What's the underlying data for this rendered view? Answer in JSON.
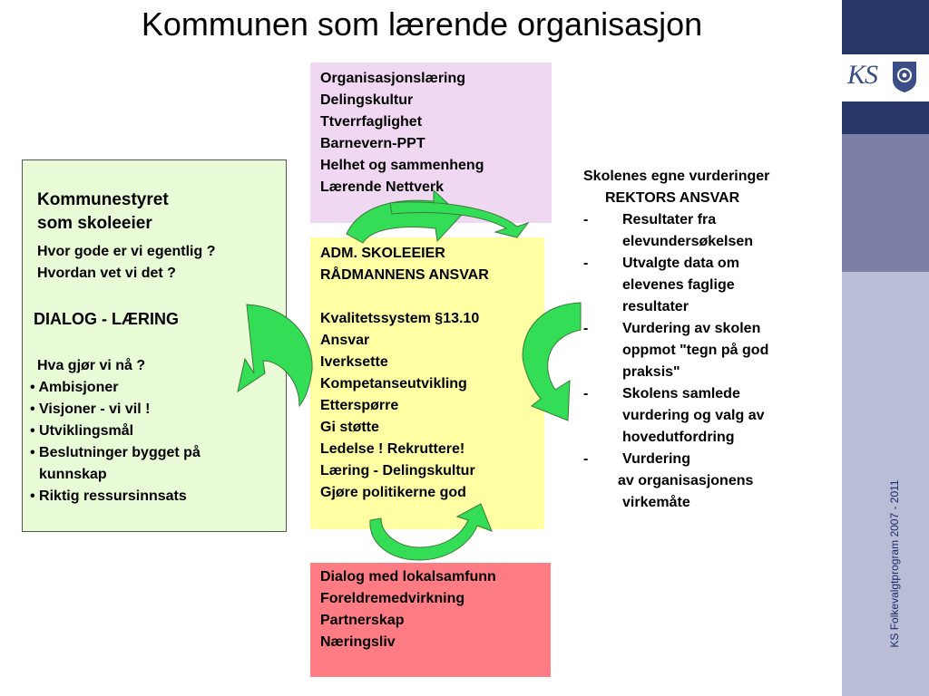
{
  "title": "Kommunen som lærende organisasjon",
  "side_text": "KS Folkevalgtprogram 2007 - 2011",
  "logo_text": "KS",
  "colors": {
    "band_dark": "#283567",
    "band_mid": "#7c80a7",
    "band_light": "#babdd6",
    "arrow_green": "#33dd55",
    "box_green": "#e9fbd6",
    "box_purple": "#f0d7f2",
    "box_yellow": "#ffffa3",
    "box_red": "#ff7c84"
  },
  "left_box": {
    "heading1": "Kommunestyret",
    "heading2": "som skoleeier",
    "q1": "Hvor gode er vi egentlig ?",
    "q2": "Hvordan vet vi det ?",
    "dialog": "DIALOG - LÆRING",
    "q3": "Hva gjør vi nå ?",
    "bullets": [
      "• Ambisjoner",
      "• Visjoner - vi vil !",
      "• Utviklingsmål",
      "• Beslutninger bygget på",
      "kunnskap",
      "• Riktig ressursinnsats"
    ]
  },
  "purple_box": {
    "lines": [
      "Organisasjonslæring",
      "Delingskultur",
      "Ttverrfaglighet",
      "Barnevern-PPT",
      "Helhet og sammenheng",
      "Lærende Nettverk"
    ]
  },
  "yellow_box": {
    "lines": [
      "ADM.  SKOLEEIER",
      "RÅDMANNENS ANSVAR",
      "",
      "Kvalitetssystem §13.10",
      "Ansvar",
      "Iverksette",
      "Kompetanseutvikling",
      "Etterspørre",
      "Gi støtte",
      "Ledelse ! Rekruttere!",
      "Læring - Delingskultur",
      "Gjøre politikerne god"
    ]
  },
  "red_box": {
    "lines": [
      "Dialog med lokalsamfunn",
      "Foreldremedvirkning",
      "Partnerskap",
      "Næringsliv"
    ]
  },
  "right_text": {
    "heading": "Skolenes egne vurderinger",
    "subheading": "REKTORS ANSVAR",
    "dash": "-",
    "items": [
      [
        "Resultater fra",
        "elevundersøkelsen"
      ],
      [
        "Utvalgte data om",
        "elevenes faglige",
        "resultater"
      ],
      [
        "Vurdering av skolen",
        "oppmot \"tegn på god",
        "praksis\""
      ],
      [
        "Skolens samlede",
        "vurdering og valg av",
        "hovedutfordring"
      ],
      [
        "Vurdering",
        "av organisasjonens",
        "virkemåte"
      ]
    ]
  }
}
